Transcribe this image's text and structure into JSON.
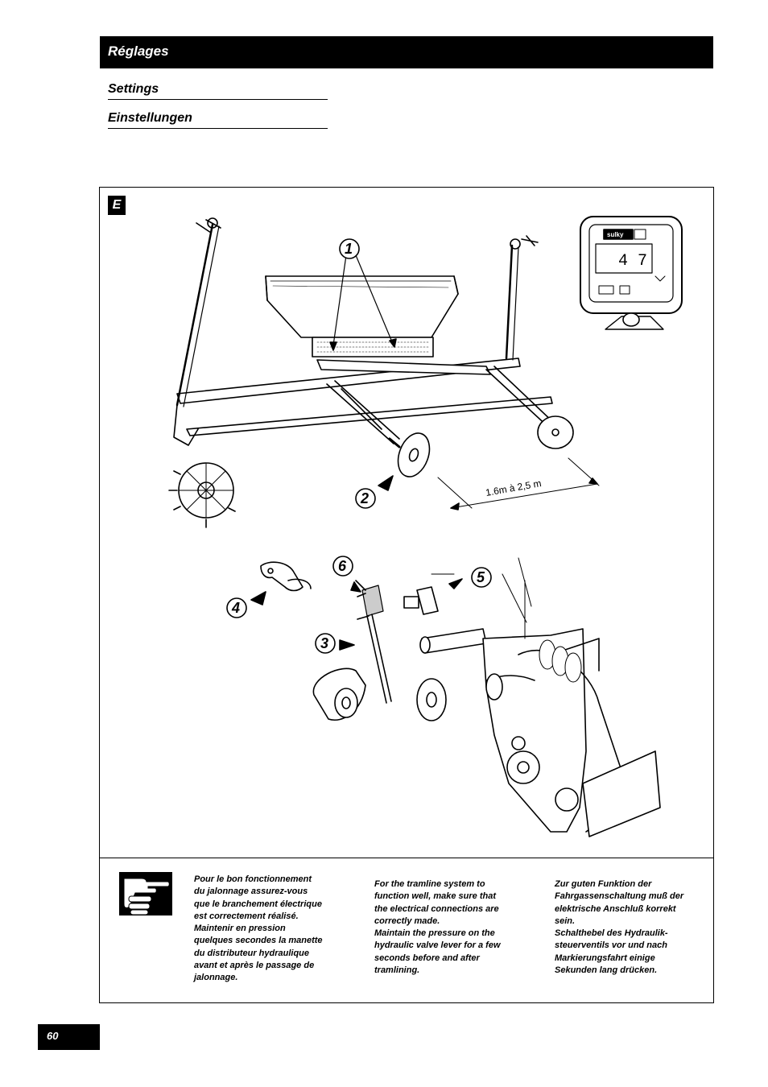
{
  "header": {
    "title": "Réglages"
  },
  "subtitles": {
    "settings": "Settings",
    "einstellungen": "Einstellungen"
  },
  "figure": {
    "label": "E",
    "dimension": "1.6m à 2,5 m",
    "callouts": [
      "1",
      "2",
      "3",
      "4",
      "5",
      "6"
    ],
    "monitor": {
      "brand": "sulky",
      "digits": "4 7"
    }
  },
  "notes": {
    "icon": "pointing-hand-icon",
    "fr": "Pour le bon fonctionnement\ndu jalonnage assurez-vous\nque le branchement électrique\nest correctement réalisé.\nMaintenir en pression\nquelques secondes la manette\ndu distributeur hydraulique\navant et après le passage de\njalonnage.",
    "en": "For the tramline system to\nfunction well, make sure that\nthe electrical connections are\ncorrectly made.\n Maintain the pressure on the\nhydraulic valve lever for a few\nseconds before and after\ntramlining.",
    "de": "Zur guten Funktion der\nFahrgassenschaltung muß der\nelektrische Anschluß korrekt\nsein.\nSchalthebel des Hydraulik-\nsteuerventils vor und nach\nMarkierungsfahrt einige\nSekunden lang drücken."
  },
  "page": {
    "number": "60"
  }
}
